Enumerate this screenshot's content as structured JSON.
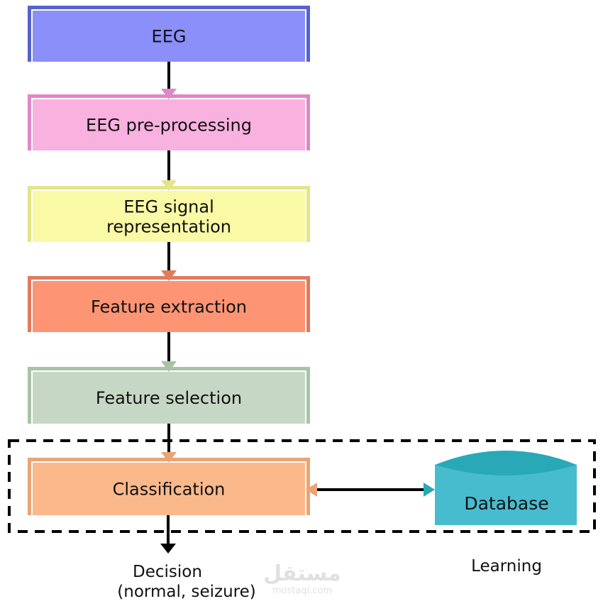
{
  "steps": [
    {
      "lines": [
        "EEG"
      ],
      "fill": "#8b8ff9",
      "border": "#5563cc"
    },
    {
      "lines": [
        "EEG pre-processing"
      ],
      "fill": "#f9b1df",
      "border": "#de88c5"
    },
    {
      "lines": [
        "EEG signal",
        "representation"
      ],
      "fill": "#f9f9a6",
      "border": "#e4e48a"
    },
    {
      "lines": [
        "Feature extraction"
      ],
      "fill": "#fd9574",
      "border": "#e07b5c"
    },
    {
      "lines": [
        "Feature selection"
      ],
      "fill": "#c6d8c5",
      "border": "#a8c4a6"
    },
    {
      "lines": [
        "Classification"
      ],
      "fill": "#fbb98b",
      "border": "#eba474"
    }
  ],
  "database": {
    "label": "Database",
    "fill": "#48bccf",
    "top_fill": "#29a9b8"
  },
  "decision": {
    "lines": [
      "Decision",
      "(normal, seizure)"
    ]
  },
  "learning_label": "Learning",
  "watermark": {
    "text": "مستقل",
    "subtext": "mostaql.com"
  }
}
